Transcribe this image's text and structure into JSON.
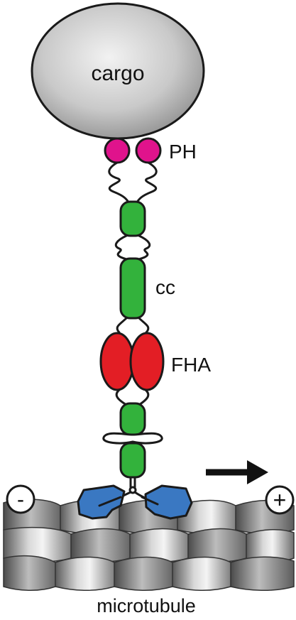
{
  "labels": {
    "cargo": "cargo",
    "ph": "PH",
    "cc": "cc",
    "fha": "FHA",
    "minus": "-",
    "plus": "+",
    "microtubule": "microtubule"
  },
  "colors": {
    "cargo_fill": "#c4c4c4",
    "ph_domain": "#e0138c",
    "coiled_coil": "#33b23c",
    "fha_domain": "#e31e25",
    "motor_head": "#3a78c2",
    "microtubule": "#8a8a8a",
    "outline": "#1a1a1a"
  },
  "icons": {
    "direction_arrow": "right-arrow-icon"
  }
}
